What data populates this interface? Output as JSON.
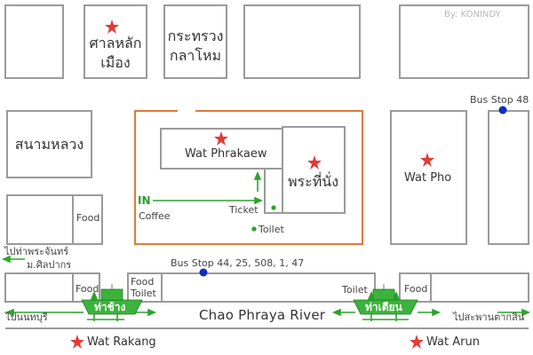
{
  "credit": "By: KONINDY",
  "colors": {
    "block_stroke": "#9a9a9a",
    "palace_wall": "#e07a3a",
    "star": "#e53935",
    "bus_stop": "#0d2fbf",
    "route_green": "#2aa52a",
    "pier_green": "#3cb33c"
  },
  "blocks": {
    "san_lak_mueang": "ศาลหลัก\nเมือง",
    "ministry": "กระทรวง\nกลาโหม",
    "sanam_luang": "สนามหลวง",
    "wat_phrakaew": "Wat Phrakaew",
    "phra_thi_nang": "พระที่นั่ง",
    "wat_pho": "Wat Pho"
  },
  "labels": {
    "bus_stop_48": "Bus Stop 48",
    "bus_stop_main": "Bus Stop 44, 25, 508, 1, 47",
    "in": "IN",
    "coffee": "Coffee",
    "ticket": "Ticket",
    "toilet_inner": "Toilet",
    "food_left": "Food",
    "food_row": "Food",
    "food_toilet_1": "Food",
    "food_toilet_2": "Toilet",
    "toilet_right": "Toilet",
    "food_right": "Food",
    "river": "Chao Phraya River",
    "to_tha_phrachan_1": "ไปท่าพระจันทร์",
    "to_tha_phrachan_2": "ม.ศิลปากร",
    "to_nonthaburi": "ไปนนทบุรี",
    "to_saphan_taksin": "ไปสะพานตากสิน",
    "pier_tha_chang": "ท่าช้าง",
    "pier_tha_tien": "ท่าเตียน",
    "wat_rakang": "Wat Rakang",
    "wat_arun": "Wat Arun"
  },
  "icons": [
    "star-icon",
    "bus-stop-icon",
    "pier-icon",
    "arrow-icon",
    "toilet-dot-icon"
  ]
}
